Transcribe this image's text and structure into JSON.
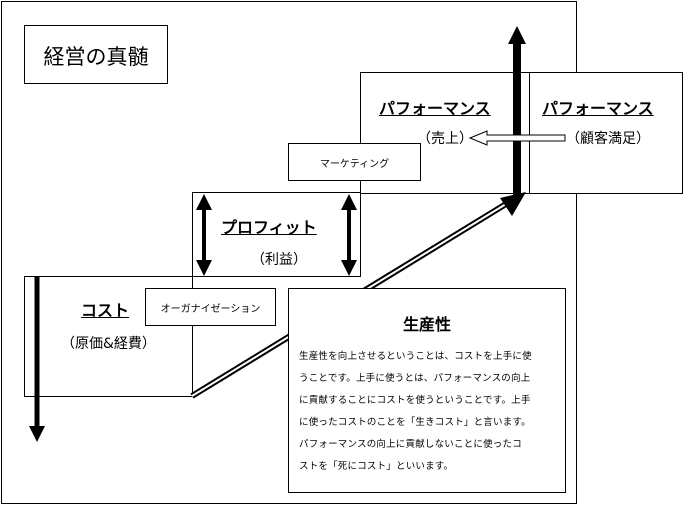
{
  "title": "経営の真髄",
  "performance_sales": {
    "heading": "パフォーマンス",
    "sub": "（売上）"
  },
  "performance_satisfaction": {
    "heading": "パフォーマンス",
    "sub": "（顧客満足）"
  },
  "marketing": "マーケティング",
  "profit": {
    "heading": "プロフィット",
    "sub": "（利益）"
  },
  "cost": {
    "heading": "コスト",
    "sub": "（原価&経費）"
  },
  "organization": "オーガナイゼーション",
  "productivity": {
    "heading": "生産性",
    "lines": [
      "生産性を向上させるということは、コストを上手に使",
      "うことです。上手に使うとは、パフォーマンスの向上",
      "に貢献することにコストを使うということです。上手",
      "に使ったコストのことを「生きコスト」と言います。",
      "パフォーマンスの向上に貢献しないことに使ったコ",
      "ストを「死にコスト」といいます。"
    ]
  }
}
